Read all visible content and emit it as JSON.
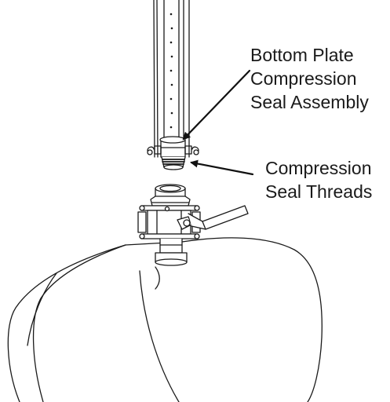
{
  "labels": {
    "bottom_plate": [
      "Bottom Plate",
      "Compression",
      "Seal Assembly"
    ],
    "compression_threads": [
      "Compression",
      "Seal Threads"
    ]
  },
  "colors": {
    "stroke": "#1a1a1a",
    "background": "#ffffff"
  }
}
